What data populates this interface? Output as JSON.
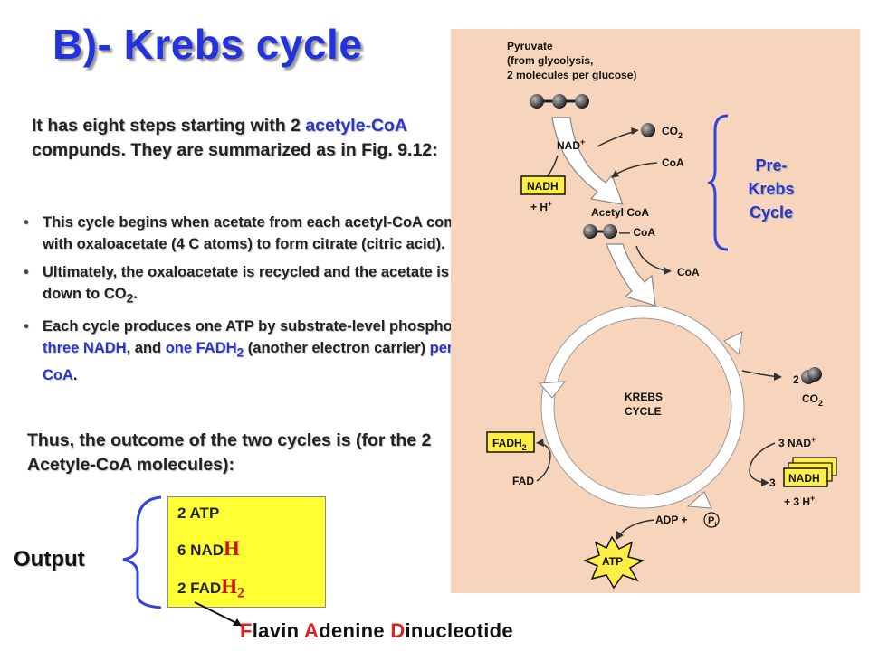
{
  "slide": {
    "title": "B)- Krebs cycle",
    "intro": {
      "part1": "It has eight steps starting with 2 ",
      "highlight": "acetyle-CoA",
      "part2": " compunds. They are summarized as in Fig. 9.12:"
    },
    "bullets": [
      {
        "text": "This cycle begins when acetate from each acetyl-CoA combines with oxaloacetate (4 C atoms) to form citrate (citric acid)."
      },
      {
        "text_before": "Ultimately, the oxaloacetate is recycled and the acetate is broken down to CO",
        "sub": "2",
        "text_after": "."
      },
      {
        "p1": "Each cycle produces one ATP by substrate-level phosphorylation, ",
        "h1": "three NADH",
        "p2": ", and ",
        "h2": "one FADH",
        "h2sub": "2",
        "p3": " (another electron carrier) ",
        "h3": "per acetyl CoA",
        "p4": "."
      }
    ],
    "thus": "Thus, the outcome of the two cycles is (for the 2 Acetyle-CoA molecules):",
    "output_label": "Output",
    "outputs": [
      {
        "text": "2 ATP"
      },
      {
        "text": "6 NAD",
        "red": "H"
      },
      {
        "text": "2 FAD",
        "red": "H",
        "sub": "2"
      }
    ],
    "flavin": {
      "F": "F",
      "f_rest": "lavin ",
      "A": "A",
      "a_rest": "denine ",
      "D": "D",
      "d_rest": "inucleotide"
    },
    "pre_krebs": {
      "line1": "Pre-Krebs",
      "line2": "Cycle"
    },
    "colors": {
      "title": "#2233dd",
      "highlight": "#2b36c8",
      "output_box": "#ffff33",
      "accent_red": "#dd2222",
      "figure_bg": "#f7d4bc",
      "bracket": "#3344dd"
    }
  },
  "figure": {
    "pyruvate_lines": [
      "Pyruvate",
      "(from glycolysis,",
      "2 molecules per glucose)"
    ],
    "co2": "CO",
    "co2_sub": "2",
    "nad": "NAD",
    "nad_sup": "+",
    "coa": "CoA",
    "nadh": "NADH",
    "plus_h": "+ H",
    "plus_h_sup": "+",
    "acetyl_coa": "Acetyl CoA",
    "coa_bottom": "— CoA",
    "coa_out": "CoA",
    "krebs": [
      "KREBS",
      "CYCLE"
    ],
    "two": "2",
    "fadh": "FADH",
    "fadh_sub": "2",
    "three_nad": "3 NAD",
    "three_nad_sup": "+",
    "three": "3",
    "three_h": "+ 3 H",
    "three_h_sup": "+",
    "fad": "FAD",
    "adp": "ADP +",
    "pi": "P",
    "pi_sub": "i",
    "atp": "ATP"
  }
}
